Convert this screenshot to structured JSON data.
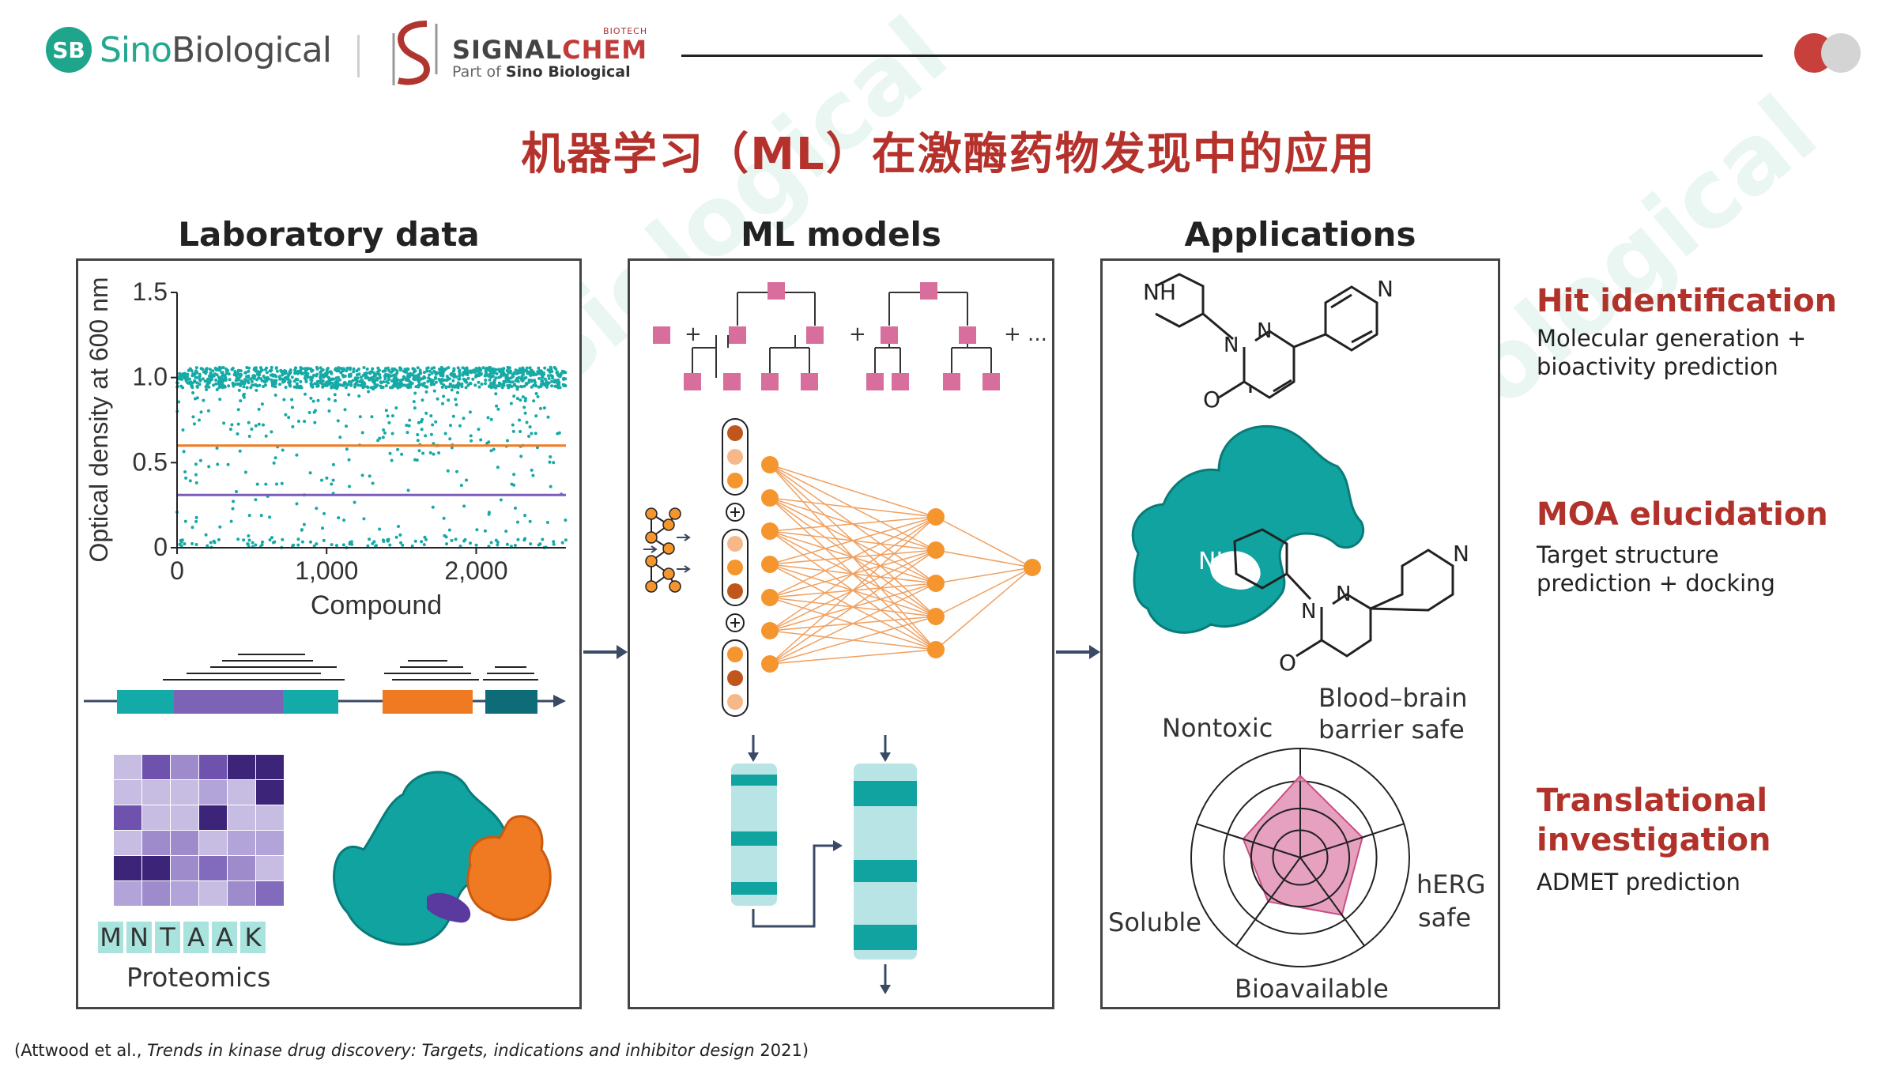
{
  "header": {
    "sino_logo_text_a": "Sino",
    "sino_logo_text_b": "Biological",
    "sino_logo_mark": "SB",
    "signalchem_biotech": "BIOTECH",
    "signalchem_name_a": "SIGNAL",
    "signalchem_name_b": "CHEM",
    "signalchem_part_of": "Part of",
    "signalchem_parent": "Sino Biological"
  },
  "title": "机器学习（ML）在激酶药物发现中的应用",
  "panels": {
    "lab": {
      "title": "Laboratory data",
      "proteomics_letters": [
        "M",
        "N",
        "T",
        "A",
        "A",
        "K"
      ],
      "proteomics_label": "Proteomics"
    },
    "ml": {
      "title": "ML models",
      "tree_plus": "+",
      "tree_ellipsis": "+ ..."
    },
    "apps": {
      "title": "Applications",
      "nh_label_1": "NH",
      "nh_label_2": "NH",
      "radar_labels": {
        "nontoxic": "Nontoxic",
        "bbb_line1": "Blood–brain",
        "bbb_line2": "barrier safe",
        "herg_line1": "hERG",
        "herg_line2": "safe",
        "bioavailable": "Bioavailable",
        "soluble": "Soluble"
      }
    }
  },
  "chart_data": {
    "type": "scatter",
    "xlabel": "Compound",
    "ylabel": "Optical density at 600 nm",
    "xlim": [
      0,
      2600
    ],
    "ylim": [
      0,
      1.5
    ],
    "xticks": [
      "0",
      "1,000",
      "2,000"
    ],
    "yticks": [
      "0",
      "0.5",
      "1.0",
      "1.5"
    ],
    "threshold_lines": [
      {
        "y": 0.6,
        "color": "#f07a22"
      },
      {
        "y": 0.31,
        "color": "#7b5cb8"
      }
    ],
    "point_color": "#16a9a6",
    "distribution": "~2600 compounds; most cluster near 1.0, sparse spread down to 0"
  },
  "side": [
    {
      "head": "Hit identification",
      "body": [
        "Molecular generation +",
        "bioactivity prediction"
      ]
    },
    {
      "head": "MOA elucidation",
      "body": [
        "Target structure",
        "prediction + docking"
      ]
    },
    {
      "head": "Translational investigation",
      "head_lines": [
        "Translational",
        "investigation"
      ],
      "body": [
        "ADMET prediction"
      ]
    }
  ],
  "citation": {
    "prefix": "(Attwood et al., ",
    "italic": "Trends in kinase drug discovery: Targets, indications and inhibitor design",
    "suffix": " 2021)"
  },
  "colors": {
    "brand_red": "#b5312b",
    "teal": "#16a9a6",
    "orange": "#f07a22",
    "purple": "#7b5cb8",
    "pink": "#d86e9b"
  }
}
